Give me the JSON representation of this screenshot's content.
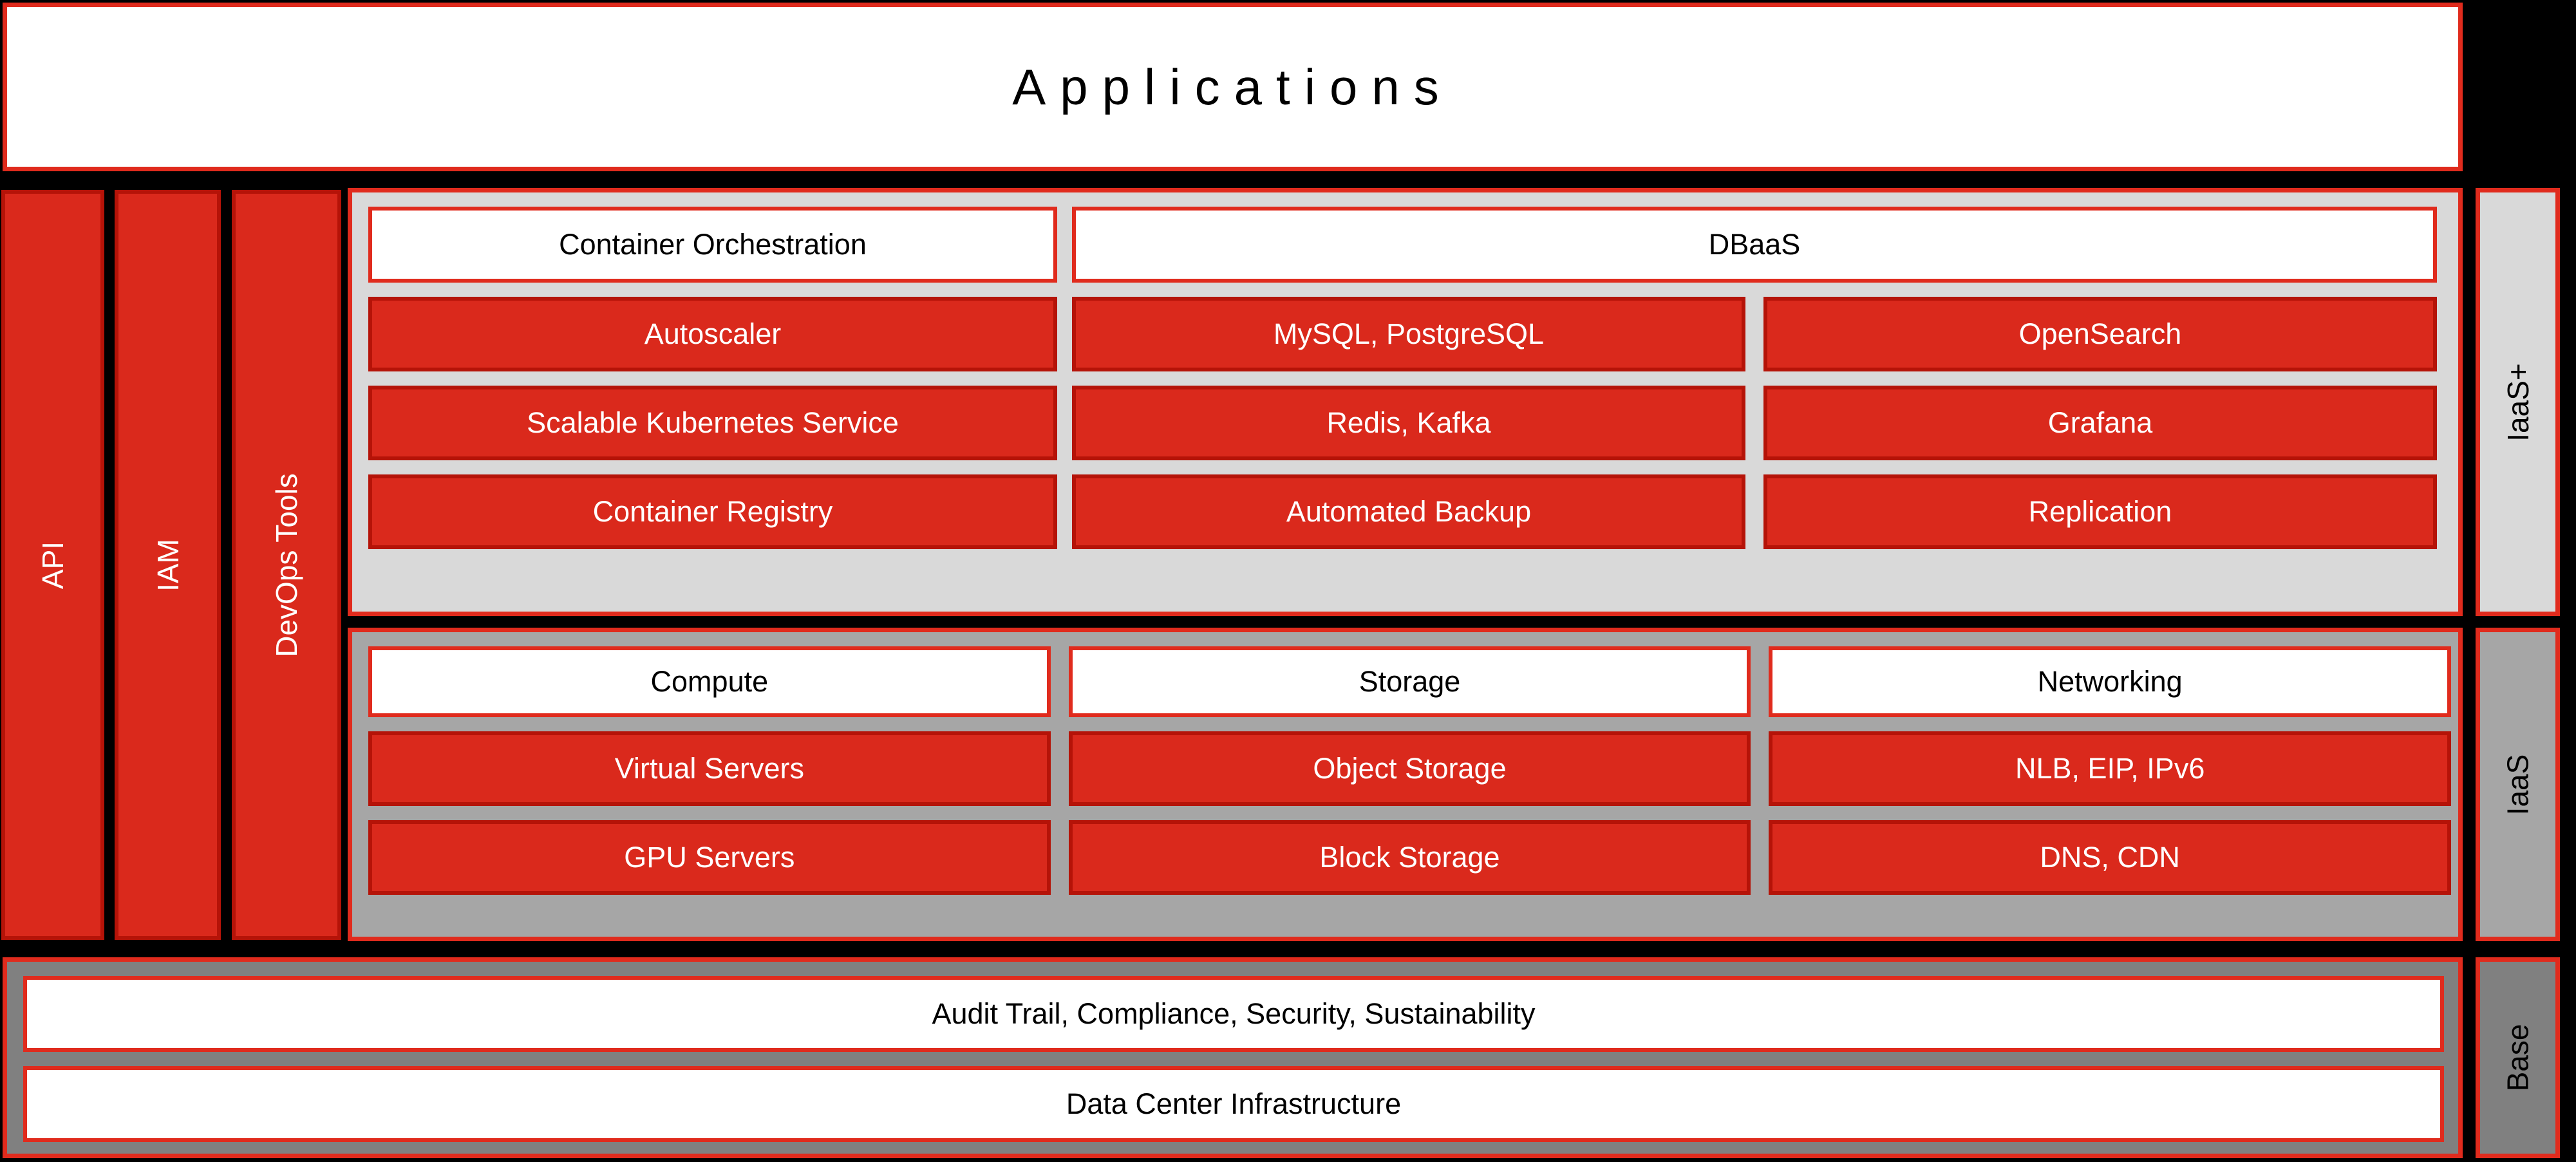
{
  "colors": {
    "background": "#000000",
    "brand_red": "#da291c",
    "brand_red_border": "#b51308",
    "accent_red_border": "#e02b1d",
    "tier_iaasplus_bg": "#d9d9d9",
    "tier_iaas_bg": "#a6a6a6",
    "tier_base_bg": "#808080",
    "white": "#ffffff"
  },
  "applications": {
    "title": "Applications"
  },
  "left_columns": [
    {
      "label": "API"
    },
    {
      "label": "IAM"
    },
    {
      "label": "DevOps Tools"
    }
  ],
  "tiers": [
    {
      "key": "iaasplus",
      "label": "IaaS+"
    },
    {
      "key": "iaas",
      "label": "IaaS"
    },
    {
      "key": "base",
      "label": "Base"
    }
  ],
  "iaasplus": {
    "container_orchestration": {
      "header": "Container Orchestration",
      "items": [
        "Autoscaler",
        "Scalable Kubernetes Service",
        "Container Registry"
      ]
    },
    "dbaas": {
      "header": "DBaaS",
      "left_items": [
        "MySQL, PostgreSQL",
        "Redis, Kafka",
        "Automated Backup"
      ],
      "right_items": [
        "OpenSearch",
        "Grafana",
        "Replication"
      ]
    }
  },
  "iaas": {
    "columns": [
      {
        "header": "Compute",
        "items": [
          "Virtual Servers",
          "GPU Servers"
        ]
      },
      {
        "header": "Storage",
        "items": [
          "Object Storage",
          "Block Storage"
        ]
      },
      {
        "header": "Networking",
        "items": [
          "NLB, EIP, IPv6",
          "DNS, CDN"
        ]
      }
    ]
  },
  "base": {
    "rows": [
      "Audit Trail, Compliance, Security, Sustainability",
      "Data Center Infrastructure"
    ]
  }
}
